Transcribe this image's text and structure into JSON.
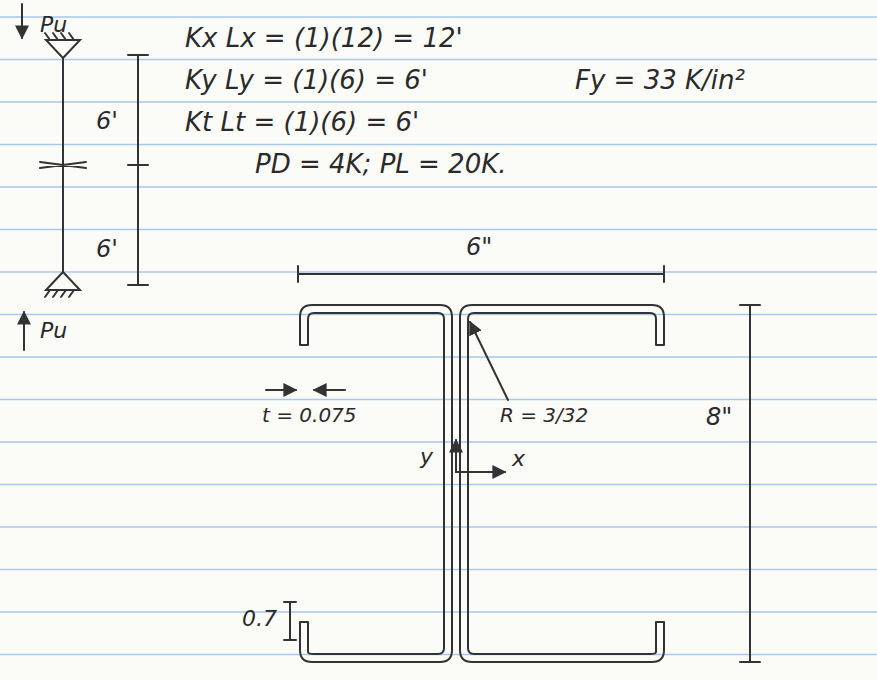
{
  "diagram": {
    "labels": [
      "Pu",
      "Kx Lx = (1)(12) = 12'",
      "Ky Ly = (1)(6) = 6'",
      "Kt Lt = (1)(6) = 6'",
      "Fy = 33 K/in²",
      "6'",
      "6'",
      "PD = 4K; PL = 20K.",
      "6\"",
      "R = 3/32",
      "t = 0.075",
      "y",
      "x",
      "8\"",
      "0.7",
      "Pu"
    ]
  }
}
